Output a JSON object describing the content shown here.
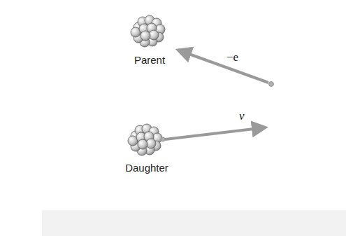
{
  "diagram": {
    "nodes": [
      {
        "text": [
          "Parent"
        ]
      },
      {
        "text": [
          "Daughter"
        ]
      }
    ],
    "labels": [
      "−e",
      "ν"
    ]
  }
}
